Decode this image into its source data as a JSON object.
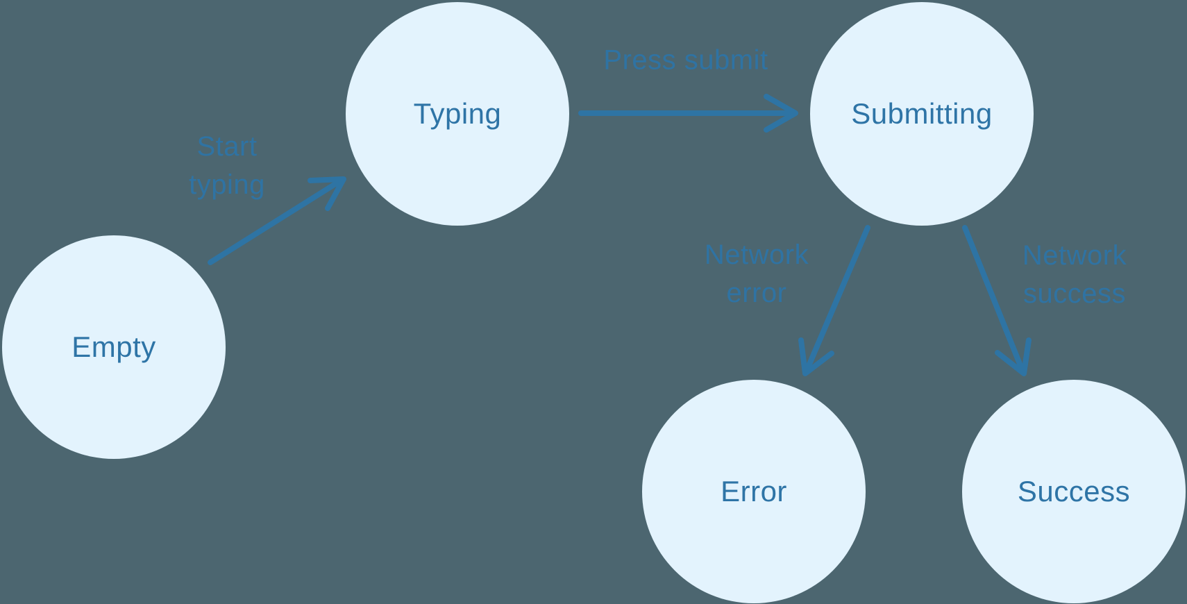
{
  "colors": {
    "background": "#4C6670",
    "node_fill": "#E3F3FD",
    "text_blue": "#2E74A6",
    "arrow_blue": "#2E74A4"
  },
  "nodes": {
    "empty": {
      "label": "Empty"
    },
    "typing": {
      "label": "Typing"
    },
    "submitting": {
      "label": "Submitting"
    },
    "error": {
      "label": "Error"
    },
    "success": {
      "label": "Success"
    }
  },
  "edges": {
    "start_typing": {
      "label": "Start\ntyping",
      "from": "empty",
      "to": "typing"
    },
    "press_submit": {
      "label": "Press submit",
      "from": "typing",
      "to": "submitting"
    },
    "network_error": {
      "label": "Network\nerror",
      "from": "submitting",
      "to": "error"
    },
    "network_success": {
      "label": "Network\nsuccess",
      "from": "submitting",
      "to": "success"
    }
  }
}
